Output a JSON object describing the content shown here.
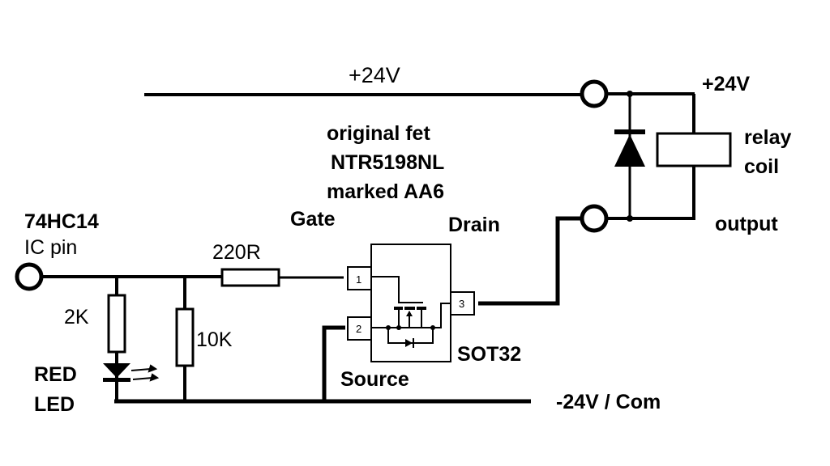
{
  "diagram": {
    "type": "circuit-schematic",
    "labels": {
      "supply_top": "+24V",
      "supply_right": "+24V",
      "fet_note_1": "original fet",
      "fet_note_2": "NTR5198NL",
      "fet_note_3": "marked AA6",
      "gate": "Gate",
      "drain": "Drain",
      "source": "Source",
      "package": "SOT32",
      "ic_name": "74HC14",
      "ic_pin": "IC pin",
      "r_series": "220R",
      "r_led": "2K",
      "r_pulldown": "10K",
      "led_1": "RED",
      "led_2": "LED",
      "relay_1": "relay",
      "relay_2": "coil",
      "output": "output",
      "ground": "-24V / Com",
      "pin1": "1",
      "pin2": "2",
      "pin3": "3"
    },
    "components": [
      {
        "id": "ic-pin-terminal",
        "kind": "terminal"
      },
      {
        "id": "r-220",
        "kind": "resistor",
        "value": "220R"
      },
      {
        "id": "r-2k",
        "kind": "resistor",
        "value": "2K"
      },
      {
        "id": "r-10k",
        "kind": "resistor",
        "value": "10K"
      },
      {
        "id": "led-red",
        "kind": "led",
        "color": "red"
      },
      {
        "id": "mosfet",
        "kind": "n-channel-mosfet",
        "part": "NTR5198NL",
        "package": "SOT32"
      },
      {
        "id": "flyback-diode",
        "kind": "diode"
      },
      {
        "id": "relay-coil",
        "kind": "relay-coil"
      },
      {
        "id": "terminal-24v",
        "kind": "terminal"
      },
      {
        "id": "terminal-output",
        "kind": "terminal"
      }
    ]
  }
}
